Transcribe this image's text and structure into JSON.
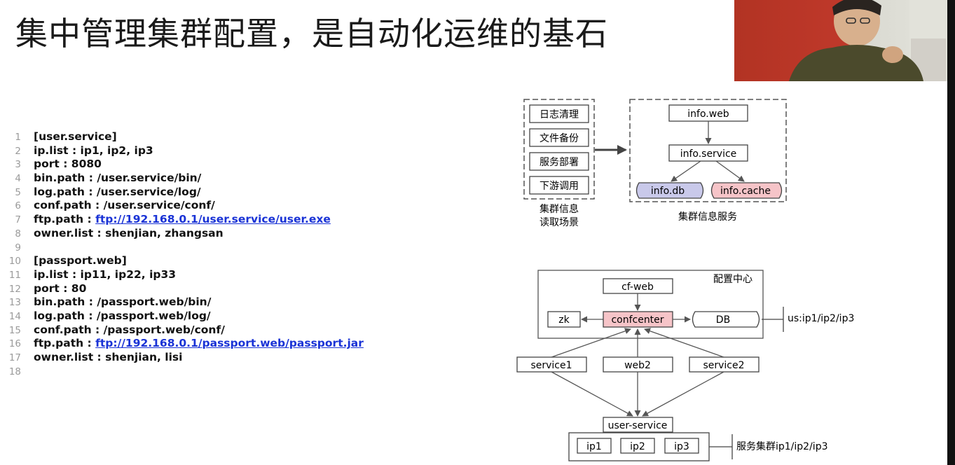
{
  "title": "集中管理集群配置，是自动化运维的基石",
  "code_lines": [
    {
      "n": "1",
      "text": "[user.service]"
    },
    {
      "n": "2",
      "text": "ip.list : ip1, ip2, ip3"
    },
    {
      "n": "3",
      "text": "port : 8080"
    },
    {
      "n": "4",
      "text": "bin.path : /user.service/bin/"
    },
    {
      "n": "5",
      "text": "log.path : /user.service/log/"
    },
    {
      "n": "6",
      "text": "conf.path : /user.service/conf/"
    },
    {
      "n": "7",
      "prefix": "ftp.path : ",
      "link": "ftp://192.168.0.1/user.service/user.exe"
    },
    {
      "n": "8",
      "text": "owner.list : shenjian, zhangsan"
    },
    {
      "n": "9",
      "text": ""
    },
    {
      "n": "10",
      "text": "[passport.web]"
    },
    {
      "n": "11",
      "text": "ip.list : ip11, ip22, ip33"
    },
    {
      "n": "12",
      "text": "port : 80"
    },
    {
      "n": "13",
      "text": "bin.path : /passport.web/bin/"
    },
    {
      "n": "14",
      "text": "log.path : /passport.web/log/"
    },
    {
      "n": "15",
      "text": "conf.path : /passport.web/conf/"
    },
    {
      "n": "16",
      "prefix": "ftp.path : ",
      "link": "ftp://192.168.0.1/passport.web/passport.jar"
    },
    {
      "n": "17",
      "text": "owner.list : shenjian, lisi"
    },
    {
      "n": "18",
      "text": ""
    }
  ],
  "diagram1": {
    "scenarios": [
      "日志清理",
      "文件备份",
      "服务部署",
      "下游调用"
    ],
    "scenario_caption_1": "集群信息",
    "scenario_caption_2": "读取场景",
    "info_web": "info.web",
    "info_service": "info.service",
    "info_db": "info.db",
    "info_cache": "info.cache",
    "service_caption": "集群信息服务"
  },
  "diagram2": {
    "config_center_label": "配置中心",
    "cf_web": "cf-web",
    "zk": "zk",
    "confcenter": "confcenter",
    "db": "DB",
    "db_note": "us:ip1/ip2/ip3",
    "service1": "service1",
    "web2": "web2",
    "service2": "service2",
    "user_service": "user-service",
    "ips": [
      "ip1",
      "ip2",
      "ip3"
    ],
    "cluster_note": "服务集群ip1/ip2/ip3"
  },
  "colors": {
    "pink_fill": "#f6c4c8",
    "blue_fill": "#c9c9ea",
    "link": "#1a33d6",
    "webcam_bg": "#c0392b"
  }
}
